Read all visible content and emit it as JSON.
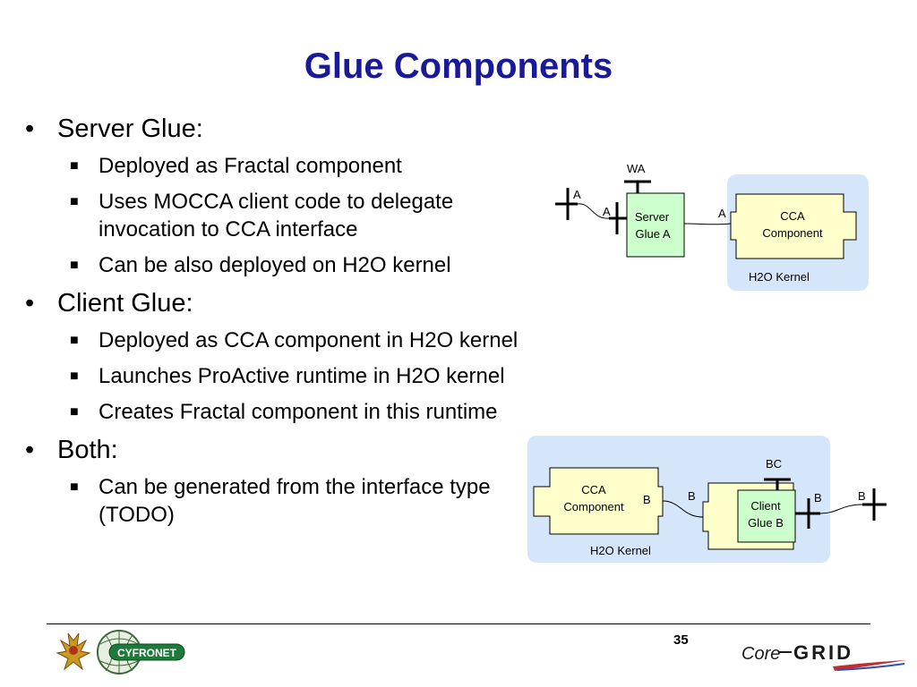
{
  "slide": {
    "title": "Glue Components",
    "page_number": "35"
  },
  "bullets": [
    {
      "text": "Server Glue:",
      "sub": [
        "Deployed as Fractal component",
        "Uses MOCCA client code to delegate invocation to CCA interface",
        "Can be also deployed on H2O kernel"
      ]
    },
    {
      "text": "Client Glue:",
      "sub": [
        "Deployed as CCA component in H2O kernel",
        "Launches ProActive runtime in H2O kernel",
        "Creates Fractal component in this runtime"
      ]
    },
    {
      "text": "Both:",
      "sub": [
        "Can be generated from the interface type (TODO)"
      ]
    }
  ],
  "diagram_top": {
    "wa_label": "WA",
    "a_left_label": "A",
    "a_inner_label": "A",
    "a_right_label": "A",
    "server_glue_line1": "Server",
    "server_glue_line2": "Glue A",
    "cca_line1": "CCA",
    "cca_line2": "Component",
    "kernel_label": "H2O Kernel"
  },
  "diagram_bottom": {
    "bc_label": "BC",
    "b_cca_label": "B",
    "b_inner_label": "B",
    "b_glue_label": "B",
    "b_outer_label": "B",
    "cca_line1": "CCA",
    "cca_line2": "Component",
    "client_glue_line1": "Client",
    "client_glue_line2": "Glue B",
    "kernel_label": "H2O Kernel"
  },
  "logos": {
    "cyfronet_text": "CYFRONET",
    "coregrid_core": "Core",
    "coregrid_grid": "GRID"
  },
  "colors": {
    "title": "#1a1a99",
    "kernel_bg": "#d6e6fa",
    "cca_fill": "#ffffcc",
    "glue_fill": "#ccffcc"
  }
}
